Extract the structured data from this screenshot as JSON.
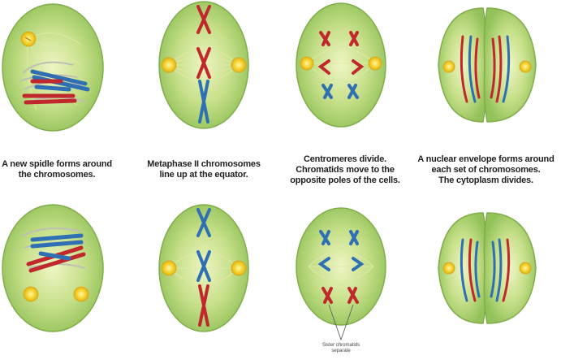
{
  "captions": [
    "A new spidle forms around\nthe chromosomes.",
    "Metaphase II chromosomes\nline up at the equator.",
    "Centromeres divide.\nChromatids move to the\nopposite poles of the cells.",
    "A nuclear envelope forms around\neach set of chromosomes.\nThe cytoplasm divides."
  ],
  "annotation": "Sister chromatids\nseparate",
  "colors": {
    "cell_fill": "#a6cf6e",
    "cell_inner": "#e2efb0",
    "cell_outline": "#7fae4a",
    "centrosome": "#f3d32e",
    "chromatid_red": "#c0282d",
    "chromatid_blue": "#2f6fb3",
    "spindle": "#d9e79a",
    "nucleus_gray": "#c9c9c0"
  }
}
